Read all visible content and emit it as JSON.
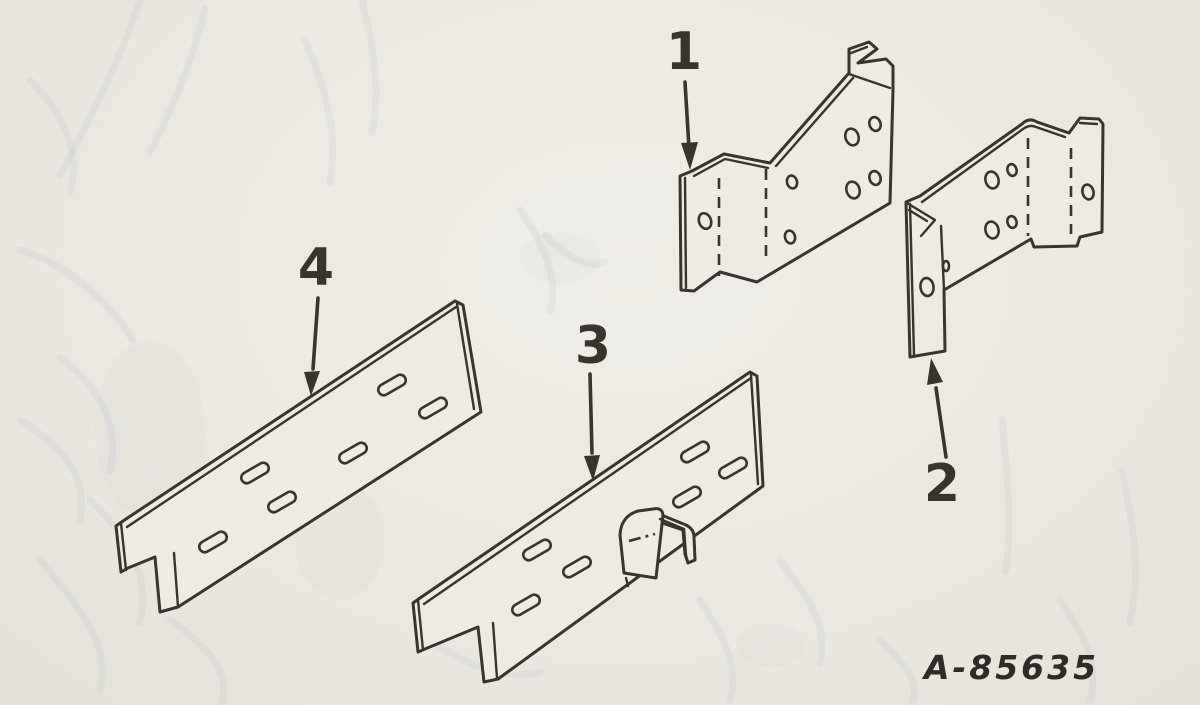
{
  "figure": {
    "code": "A-85635"
  },
  "callouts": [
    {
      "label": "1"
    },
    {
      "label": "2"
    },
    {
      "label": "3"
    },
    {
      "label": "4"
    }
  ],
  "colors": {
    "paper": "#ebe8e1",
    "paper_face": "#edebe4",
    "ink": "#39352e",
    "ghost": "#a9b0c1"
  }
}
